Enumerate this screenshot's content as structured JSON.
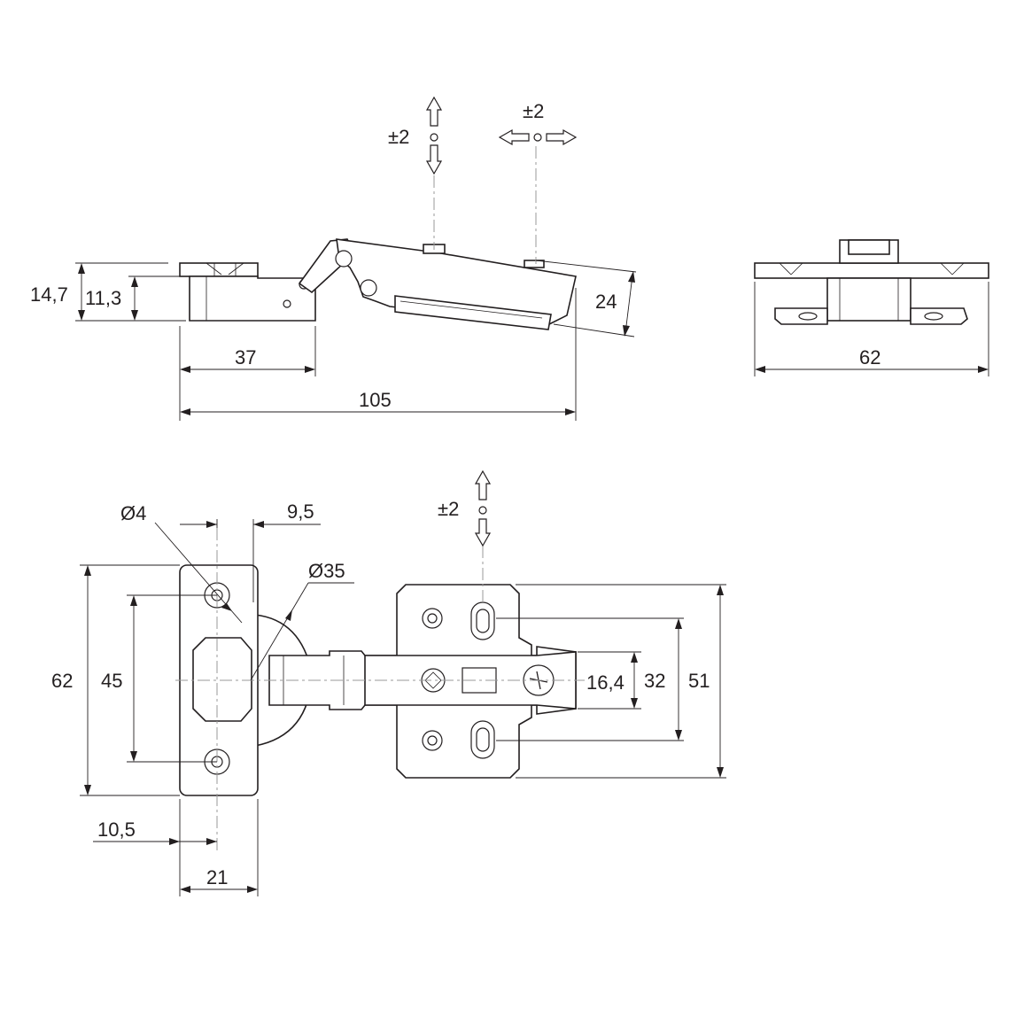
{
  "dimensions": {
    "side_height_total": "14,7",
    "side_height_arm": "11,3",
    "side_cup_length": "37",
    "side_total_length": "105",
    "side_arm_height": "24",
    "end_width": "62",
    "adjust_vertical_top": "±2",
    "adjust_horizontal_top": "±2",
    "adjust_vertical_plan": "±2",
    "hole_diameter": "Ø4",
    "hole_offset": "9,5",
    "cup_diameter": "Ø35",
    "plate_height": "62",
    "hole_spacing": "45",
    "slot_width": "16,4",
    "plate_slot_spacing": "32",
    "plate_height_mount": "51",
    "cup_offset": "10,5",
    "cup_plate_width": "21"
  },
  "colors": {
    "line": "#231f20",
    "axis": "#9a9a9a",
    "background": "#ffffff"
  }
}
